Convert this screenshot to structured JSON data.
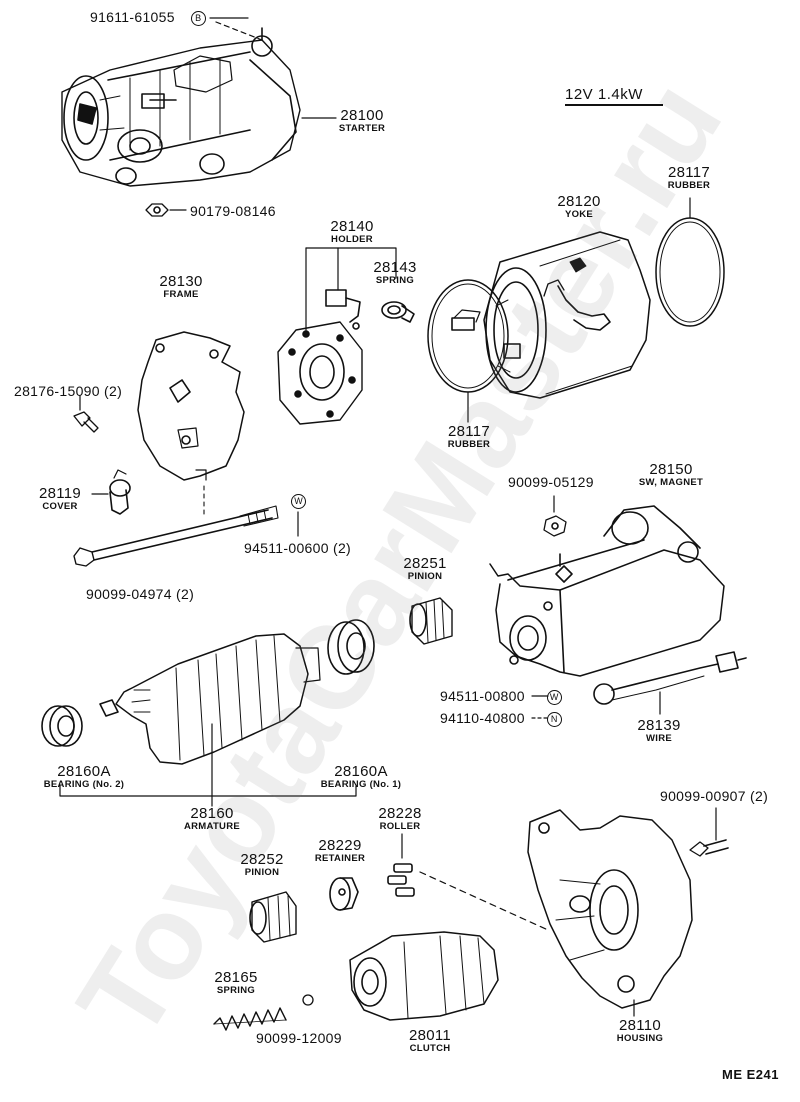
{
  "header": {
    "voltage": "12V 1.4kW"
  },
  "footer": {
    "diagram_code": "ME E241"
  },
  "watermark": "ToyotaCarMaster.ru",
  "markers": {
    "b": "B",
    "w": "W",
    "n": "N"
  },
  "parts": {
    "p91611": {
      "num": "91611-61055"
    },
    "starter": {
      "num": "28100",
      "name": "STARTER"
    },
    "p90179": {
      "num": "90179-08146"
    },
    "holder": {
      "num": "28140",
      "name": "HOLDER"
    },
    "spring28143": {
      "num": "28143",
      "name": "SPRING"
    },
    "yoke": {
      "num": "28120",
      "name": "YOKE"
    },
    "rubber_top": {
      "num": "28117",
      "name": "RUBBER"
    },
    "frame": {
      "num": "28130",
      "name": "FRAME"
    },
    "p28176": {
      "num": "28176-15090",
      "qty": "(2)"
    },
    "rubber_mid": {
      "num": "28117",
      "name": "RUBBER"
    },
    "cover": {
      "num": "28119",
      "name": "COVER"
    },
    "p94511_600": {
      "num": "94511-00600",
      "qty": "(2)"
    },
    "p90099_04974": {
      "num": "90099-04974",
      "qty": "(2)"
    },
    "p90099_05129": {
      "num": "90099-05129"
    },
    "magnet": {
      "num": "28150",
      "name": "SW, MAGNET"
    },
    "pinion28251": {
      "num": "28251",
      "name": "PINION"
    },
    "p94511_800": {
      "num": "94511-00800"
    },
    "p94110": {
      "num": "94110-40800"
    },
    "wire": {
      "num": "28139",
      "name": "WIRE"
    },
    "bearing2": {
      "num": "28160A",
      "name": "BEARING (No. 2)"
    },
    "bearing1": {
      "num": "28160A",
      "name": "BEARING (No. 1)"
    },
    "armature": {
      "num": "28160",
      "name": "ARMATURE"
    },
    "p90099_00907": {
      "num": "90099-00907",
      "qty": "(2)"
    },
    "roller": {
      "num": "28228",
      "name": "ROLLER"
    },
    "retainer": {
      "num": "28229",
      "name": "RETAINER"
    },
    "pinion28252": {
      "num": "28252",
      "name": "PINION"
    },
    "spring28165": {
      "num": "28165",
      "name": "SPRING"
    },
    "p90099_12009": {
      "num": "90099-12009"
    },
    "clutch": {
      "num": "28011",
      "name": "CLUTCH"
    },
    "housing": {
      "num": "28110",
      "name": "HOUSING"
    }
  }
}
